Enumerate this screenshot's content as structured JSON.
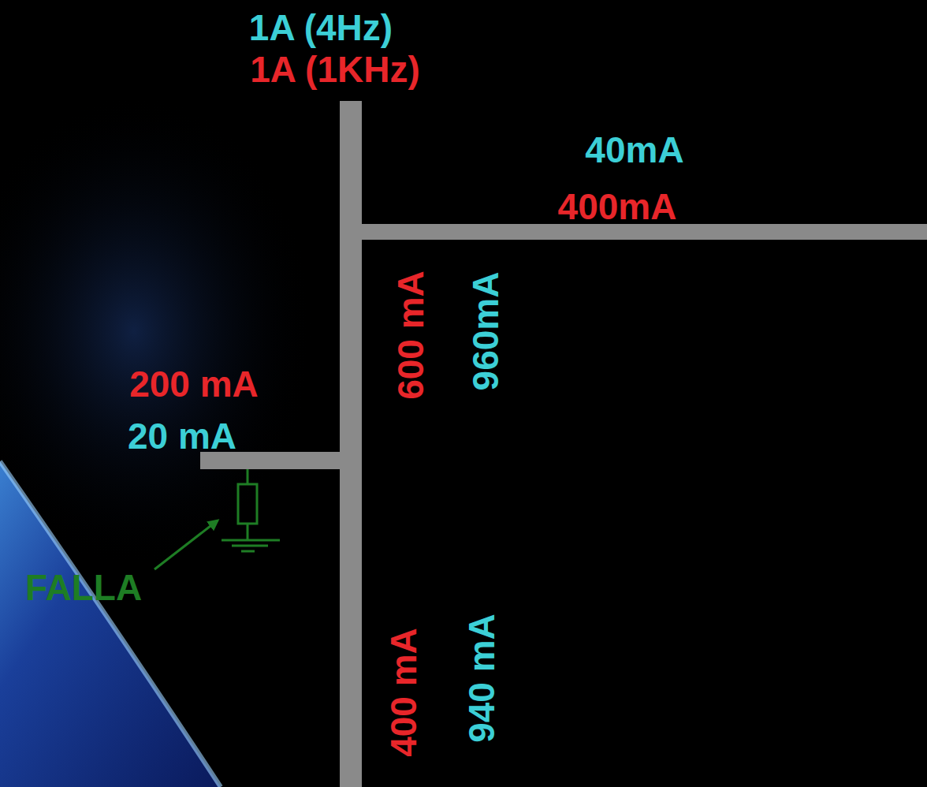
{
  "diagram": {
    "labels": [
      "1A (4Hz)",
      "1A (1KHz)",
      "40mA",
      "400mA",
      "600 mA",
      "960mA",
      "200 mA",
      "20 mA",
      "FALLA",
      "400 mA",
      "940 mA"
    ]
  }
}
